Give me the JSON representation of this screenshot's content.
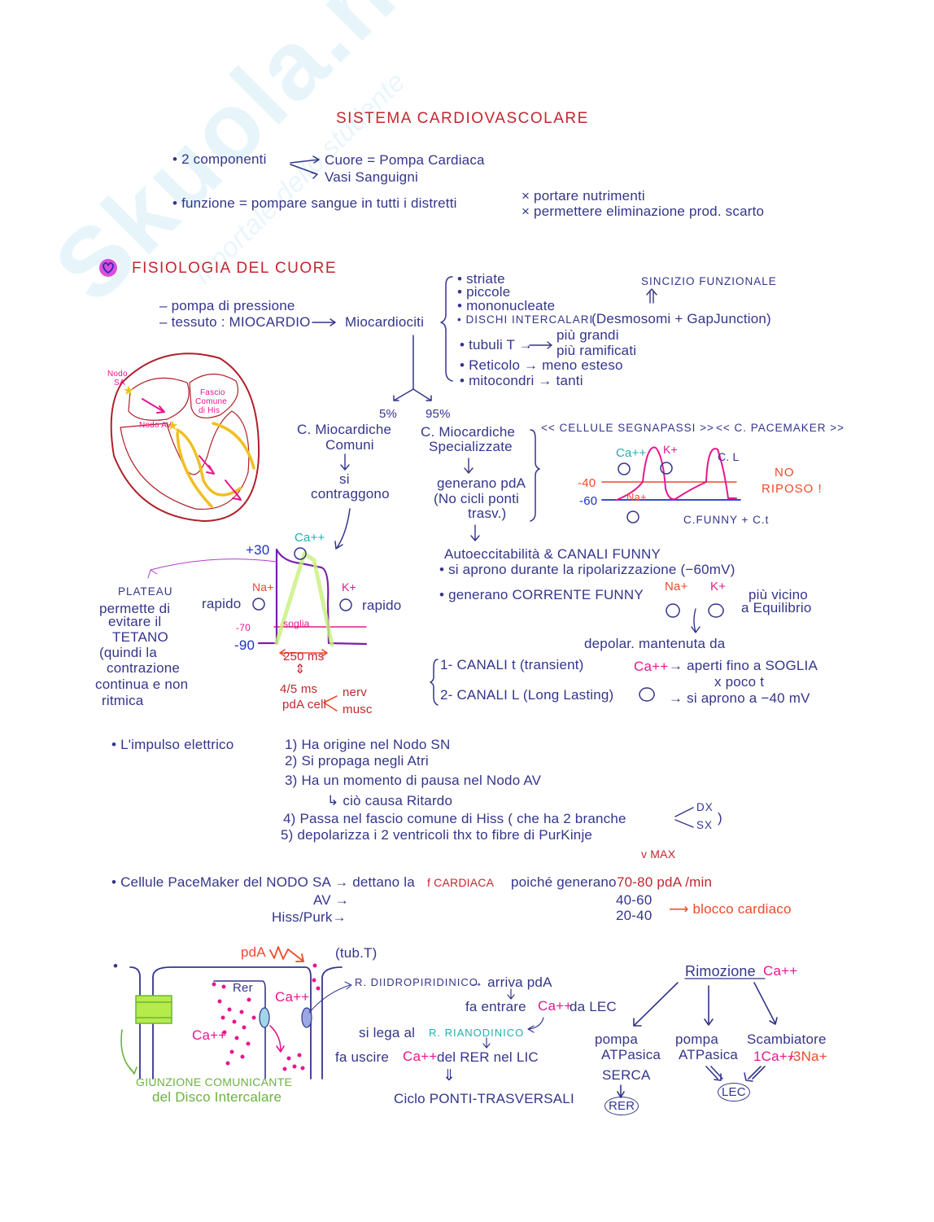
{
  "watermark": {
    "logo": "Skuola.net",
    "tagline": "Il portale dello studente"
  },
  "title": "SISTEMA CARDIOVASCOLARE",
  "intro": {
    "components_label": "• 2 componenti",
    "component_1": "Cuore = Pompa Cardiaca",
    "component_2": "Vasi Sanguigni",
    "function_label": "• funzione = pompare sangue  in tutti i distretti",
    "function_1": "× portare nutrimenti",
    "function_2": "× permettere eliminazione  prod. scarto"
  },
  "section": {
    "heading": "FISIOLOGIA  DEL  CUORE",
    "pump": "– pompa di pressione",
    "tissue": "– tessuto : MIOCARDIO",
    "cells": "Miocardiociti",
    "features": [
      "• striate",
      "• piccole",
      "• mononucleate",
      "• DISCHI INTERCALARI"
    ],
    "disc_detail": "(Desmosomi + GapJunction)",
    "syncytium": "SINCIZIO FUNZIONALE",
    "tubuli": "• tubuli T →",
    "tubuli_1": "più grandi",
    "tubuli_2": "più ramificati",
    "reticolo": "• Reticolo → meno esteso",
    "mitocondri": "• mitocondri → tanti"
  },
  "heart_diagram": {
    "nodo_sa": [
      "Nodo",
      "SA"
    ],
    "fascio": [
      "Fascio",
      "Comune",
      "di His"
    ],
    "nodo_av": "Nodo AV"
  },
  "branches": {
    "pct_common": "5%",
    "pct_special": "95%",
    "common_1": "C. Miocardiche",
    "common_2": "Comuni",
    "common_3": "si",
    "common_4": "contraggono",
    "special_1": "C. Miocardiche",
    "special_2": "Specializzate",
    "special_3": "generano pdA",
    "special_4": "(No cicli ponti",
    "special_5": "trasv.)"
  },
  "pacemaker": {
    "title_1": "<< CELLULE SEGNAPASSI >>",
    "title_2": "<< C. PACEMAKER >>",
    "ca": "Ca++",
    "k": "K+",
    "na": "Na+",
    "cl": "C. L",
    "v40": "-40",
    "v60": "-60",
    "funny": "C.FUNNY + C.t",
    "no": "NO",
    "riposo": "RIPOSO !",
    "auto": "Autoeccitabilità & CANALI FUNNY",
    "open": "• si aprono durante la ripolarizzazione  (−60mV)",
    "generate": "• generano  CORRENTE FUNNY",
    "na2": "Na+",
    "k2": "K+",
    "closer_1": "più vicino",
    "closer_2": "a Equilibrio",
    "depol": "depolar. mantenuta da",
    "chan_1": "1- CANALI t  (transient)",
    "chan_2": "2- CANALI L  (Long Lasting)",
    "ca2": "Ca++",
    "open_1": "→ aperti fino a SOGLIA",
    "open_1b": "x poco t",
    "open_2": "→ si aprono a −40 mV"
  },
  "action_potential": {
    "v30": "+30",
    "v70": "-70",
    "v90": "-90",
    "ca": "Ca++",
    "na": "Na+",
    "k": "K+",
    "fast_1": "rapido",
    "fast_2": "rapido",
    "threshold": "soglia",
    "duration": "250 ms",
    "compare": "4/5 ms",
    "pda_cell": "pdA cell",
    "nerv": "nerv",
    "musc": "musc",
    "plateau": [
      "PLATEAU",
      "permette di",
      "evitare il",
      "TETANO",
      "(quindi la",
      "contrazione",
      "continua e non",
      "ritmica"
    ]
  },
  "impulse": {
    "label": "• L'impulso elettrico",
    "steps": [
      "1) Ha origine nel Nodo SN",
      "2) Si propaga negli Atri",
      "3) Ha un momento di pausa nel Nodo AV",
      "↳ ciò causa Ritardo",
      "4) Passa nel fascio comune di Hiss  ( che ha 2 branche",
      "5) depolarizza  i 2 ventricoli  thx to fibre di PurKinje"
    ],
    "dx": "DX",
    "sx": "SX",
    "close": ")",
    "vmax": "v MAX"
  },
  "rates": {
    "label": "• Cellule PaceMaker del NODO SA → dettano la",
    "fcard": "f CARDIACA",
    "because": "poiché generano",
    "sa_rate": "70-80 pdA /min",
    "av": "AV →",
    "hiss": "Hiss/Purk→",
    "av_rate": "40-60",
    "hiss_rate": "20-40",
    "block": "⟶ blocco cardiaco"
  },
  "excitation": {
    "pda": "pdA",
    "tubt": "(tub.T)",
    "rer": "Rer",
    "ca_1": "Ca++",
    "ca_2": "Ca++",
    "gap_1": "GIUNZIONE COMUNICANTE",
    "gap_2": "del Disco Intercalare",
    "dhp": "R. DIIDROPIRIDINICO",
    "arriva": "→ arriva pdA",
    "entra": "fa entrare",
    "ca_3": "Ca++",
    "lec": "da LEC",
    "lega": "si lega al",
    "rian": "R. RIANODINICO",
    "esce": "fa uscire",
    "ca_4": "Ca++",
    "rer_lic": "del RER nel LIC",
    "down": "⇓",
    "cycle": "Ciclo PONTI-TRASVERSALI"
  },
  "removal": {
    "title": "Rimozione",
    "ca": "Ca++",
    "pump1_1": "pompa",
    "pump1_2": "ATPasica",
    "pump1_3": "SERCA",
    "pump1_dest": "RER",
    "pump2_1": "pompa",
    "pump2_2": "ATPasica",
    "exch": "Scambiatore",
    "exch_ca": "1Ca++",
    "exch_na": "/3Na+",
    "lec": "LEC"
  },
  "colors": {
    "ink": "#34358c",
    "title": "#c4262e",
    "orange": "#ee4a2a",
    "magenta": "#e8168f",
    "teal": "#22aeb0",
    "green": "#6cb33f",
    "yellow": "#f0c020"
  }
}
